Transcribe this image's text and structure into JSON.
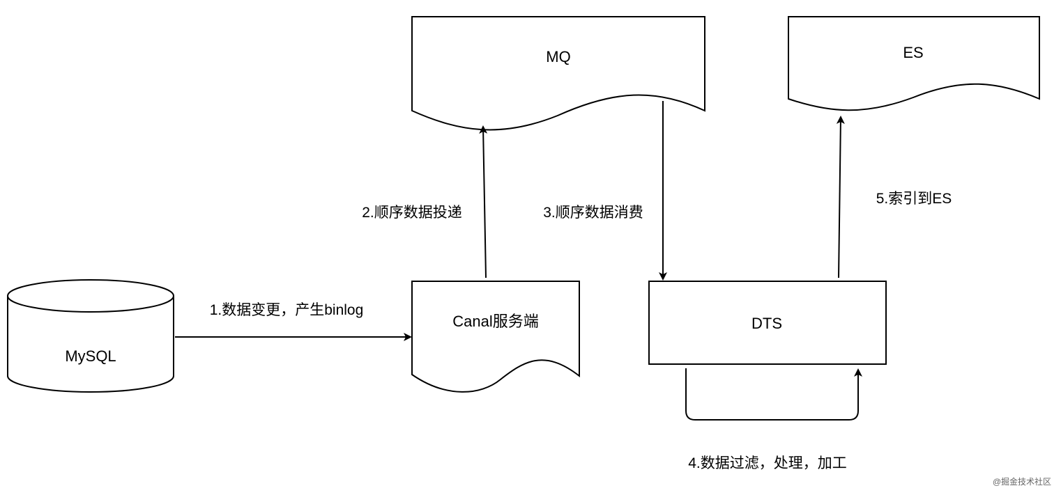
{
  "nodes": {
    "mysql": "MySQL",
    "canal": "Canal服务端",
    "mq": "MQ",
    "dts": "DTS",
    "es": "ES"
  },
  "edges": {
    "step1": "1.数据变更，产生binlog",
    "step2": "2.顺序数据投递",
    "step3": "3.顺序数据消费",
    "step4": "4.数据过滤，处理，加工",
    "step5": "5.索引到ES"
  },
  "watermark": "@掘金技术社区",
  "colors": {
    "stroke": "#000000",
    "fill": "#ffffff",
    "watermark": "#666666"
  }
}
